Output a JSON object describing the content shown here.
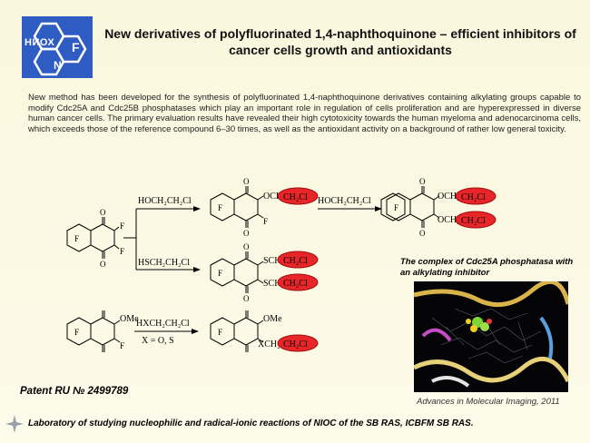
{
  "logo": {
    "text": "НИОХ",
    "letter_f": "F",
    "letter_n": "N",
    "color": "#2f5cc2"
  },
  "title": "New derivatives of polyfluorinated 1,4-naphthoquinone – efficient inhibitors of cancer cells growth and antioxidants",
  "abstract": "New method has been developed for the synthesis of polyfluorinated 1,4-naphthoquinone derivatives containing alkylating groups capable to modify Cdc25A and Cdc25B phosphatases which play an important role in regulation of cells proliferation and are hyperexpressed in diverse human cancer cells. The primary evaluation results have revealed their high cytotoxicity towards the human myeloma and adenocarcinoma cells, which exceeds those of the reference compound 6–30 times, as well as the antioxidant activity on a background of rather low general toxicity.",
  "scheme": {
    "reagent1": "HOCH₂CH₂Cl",
    "reagent2": "HOCH₂CH₂Cl",
    "reagent3": "HSCH₂CH₂Cl",
    "reagent4": "HXCH₂CH₂Cl",
    "condition4": "X = O, S",
    "sub_och2": "OCH₂",
    "sub_sch2": "SCH₂",
    "sub_xch2": "XCH₂",
    "sub_ome": "OMe",
    "ch2cl": "CH₂Cl",
    "f": "F",
    "o": "O",
    "highlight_color": "#e8262a"
  },
  "figure": {
    "caption": "The complex of Cdc25A phosphatasa with an alkylating inhibitor",
    "source": "Advances in Molecular Imaging, 2011"
  },
  "patent": "Patent RU № 2499789",
  "laboratory": "Laboratory of studying nucleophilic and radical-ionic reactions of NIOC of  the SB RAS, ICBFM SB RAS."
}
